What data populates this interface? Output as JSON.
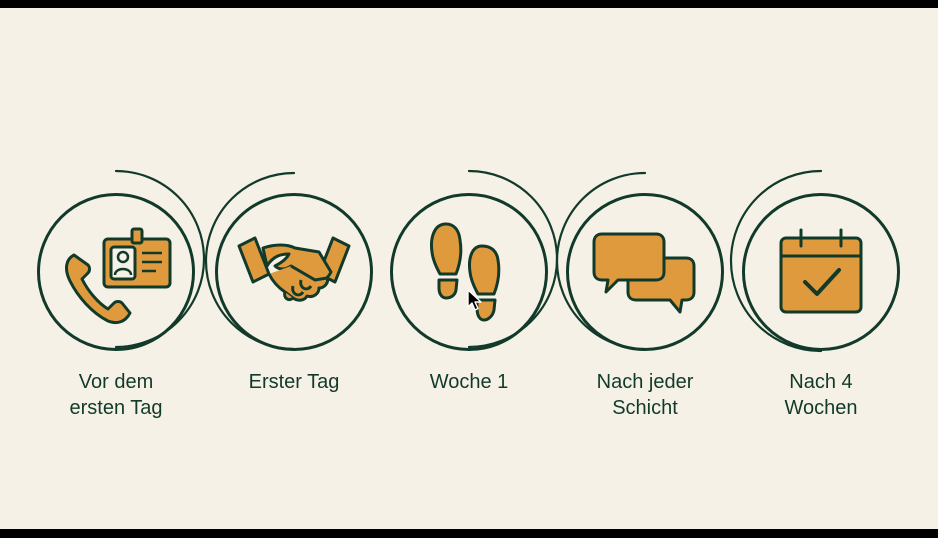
{
  "colors": {
    "background": "#f5f1e6",
    "ink": "#123a2a",
    "accent": "#e09a3e"
  },
  "steps": [
    {
      "label": "Vor dem\nersten Tag",
      "icon": "phone-and-id-card-icon"
    },
    {
      "label": "Erster Tag",
      "icon": "handshake-icon"
    },
    {
      "label": "Woche 1",
      "icon": "footprints-icon"
    },
    {
      "label": "Nach jeder\nSchicht",
      "icon": "chat-bubbles-icon"
    },
    {
      "label": "Nach 4\nWochen",
      "icon": "calendar-check-icon"
    }
  ]
}
